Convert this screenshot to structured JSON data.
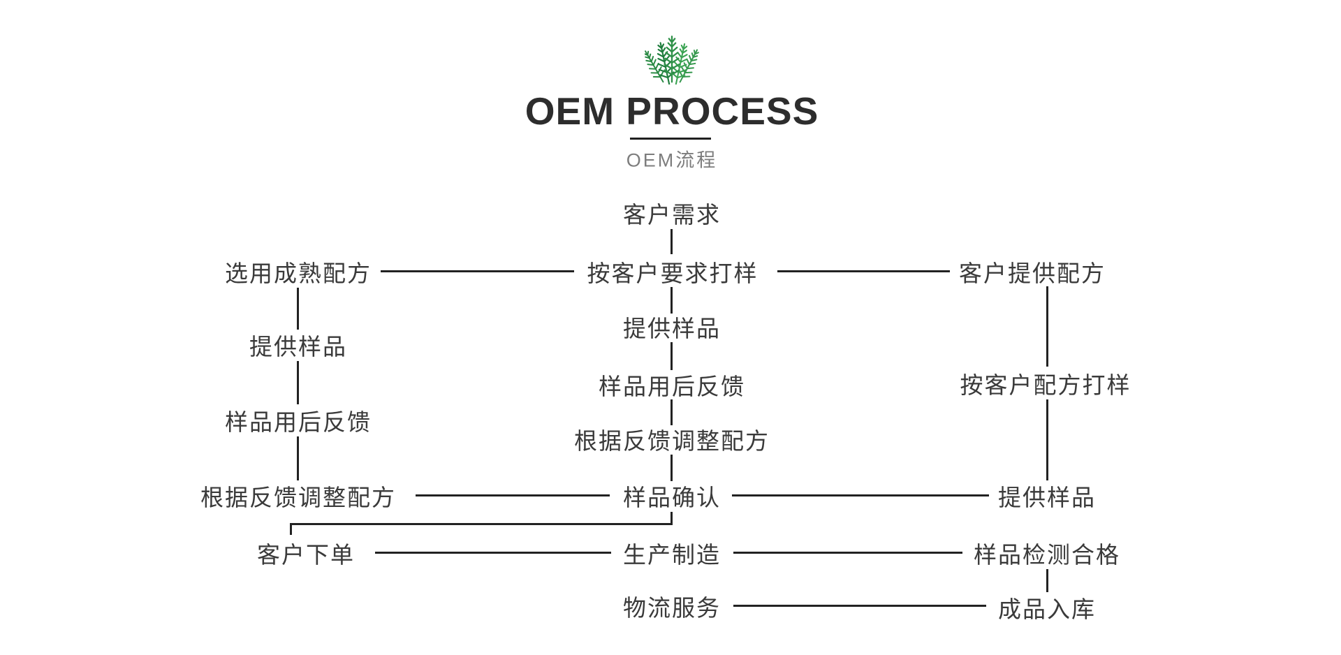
{
  "header": {
    "logo_icon": "fern-leaves",
    "title": "OEM PROCESS",
    "subtitle": "OEM流程"
  },
  "colors": {
    "background": "#ffffff",
    "title_text": "#2d2d2d",
    "subtitle_text": "#7d7d7d",
    "node_text": "#3a3a3a",
    "connector_line": "#222222",
    "logo_green_dark": "#1f7d3d",
    "logo_green_mid": "#2f9149",
    "logo_green_light": "#3aa352"
  },
  "flowchart": {
    "nodes": [
      {
        "id": "customer-demand",
        "label": "客户需求"
      },
      {
        "id": "select-mature-formula",
        "label": "选用成熟配方"
      },
      {
        "id": "sample-per-customer-request",
        "label": "按客户要求打样"
      },
      {
        "id": "customer-provides-formula",
        "label": "客户提供配方"
      },
      {
        "id": "provide-sample-left",
        "label": "提供样品"
      },
      {
        "id": "provide-sample-center",
        "label": "提供样品"
      },
      {
        "id": "sample-usage-feedback-center",
        "label": "样品用后反馈"
      },
      {
        "id": "sample-per-customer-formula",
        "label": "按客户配方打样"
      },
      {
        "id": "sample-usage-feedback-left",
        "label": "样品用后反馈"
      },
      {
        "id": "adjust-formula-by-feedback-center",
        "label": "根据反馈调整配方"
      },
      {
        "id": "adjust-formula-by-feedback-left",
        "label": "根据反馈调整配方"
      },
      {
        "id": "sample-confirmation",
        "label": "样品确认"
      },
      {
        "id": "provide-sample-right",
        "label": "提供样品"
      },
      {
        "id": "customer-places-order",
        "label": "客户下单"
      },
      {
        "id": "production-manufacturing",
        "label": "生产制造"
      },
      {
        "id": "sample-test-passed",
        "label": "样品检测合格"
      },
      {
        "id": "logistics-service",
        "label": "物流服务"
      },
      {
        "id": "finished-goods-warehousing",
        "label": "成品入库"
      }
    ]
  }
}
